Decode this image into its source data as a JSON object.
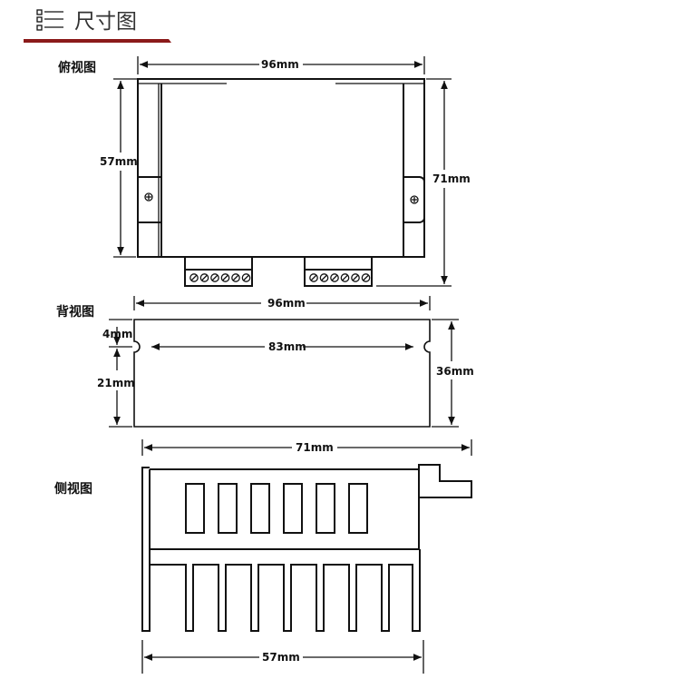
{
  "header": {
    "title": "尺寸图",
    "icon": "list-icon",
    "accent_color": "#8b1a1a"
  },
  "views": {
    "top": {
      "label": "俯视图",
      "width": "96mm",
      "height_inner": "57mm",
      "height_total": "71mm"
    },
    "back": {
      "label": "背视图",
      "width": "96mm",
      "hole_spacing": "83mm",
      "offset": "4mm",
      "lower": "21mm",
      "height": "36mm"
    },
    "side": {
      "label": "侧视图",
      "width_top": "71mm",
      "width_bottom": "57mm"
    }
  }
}
